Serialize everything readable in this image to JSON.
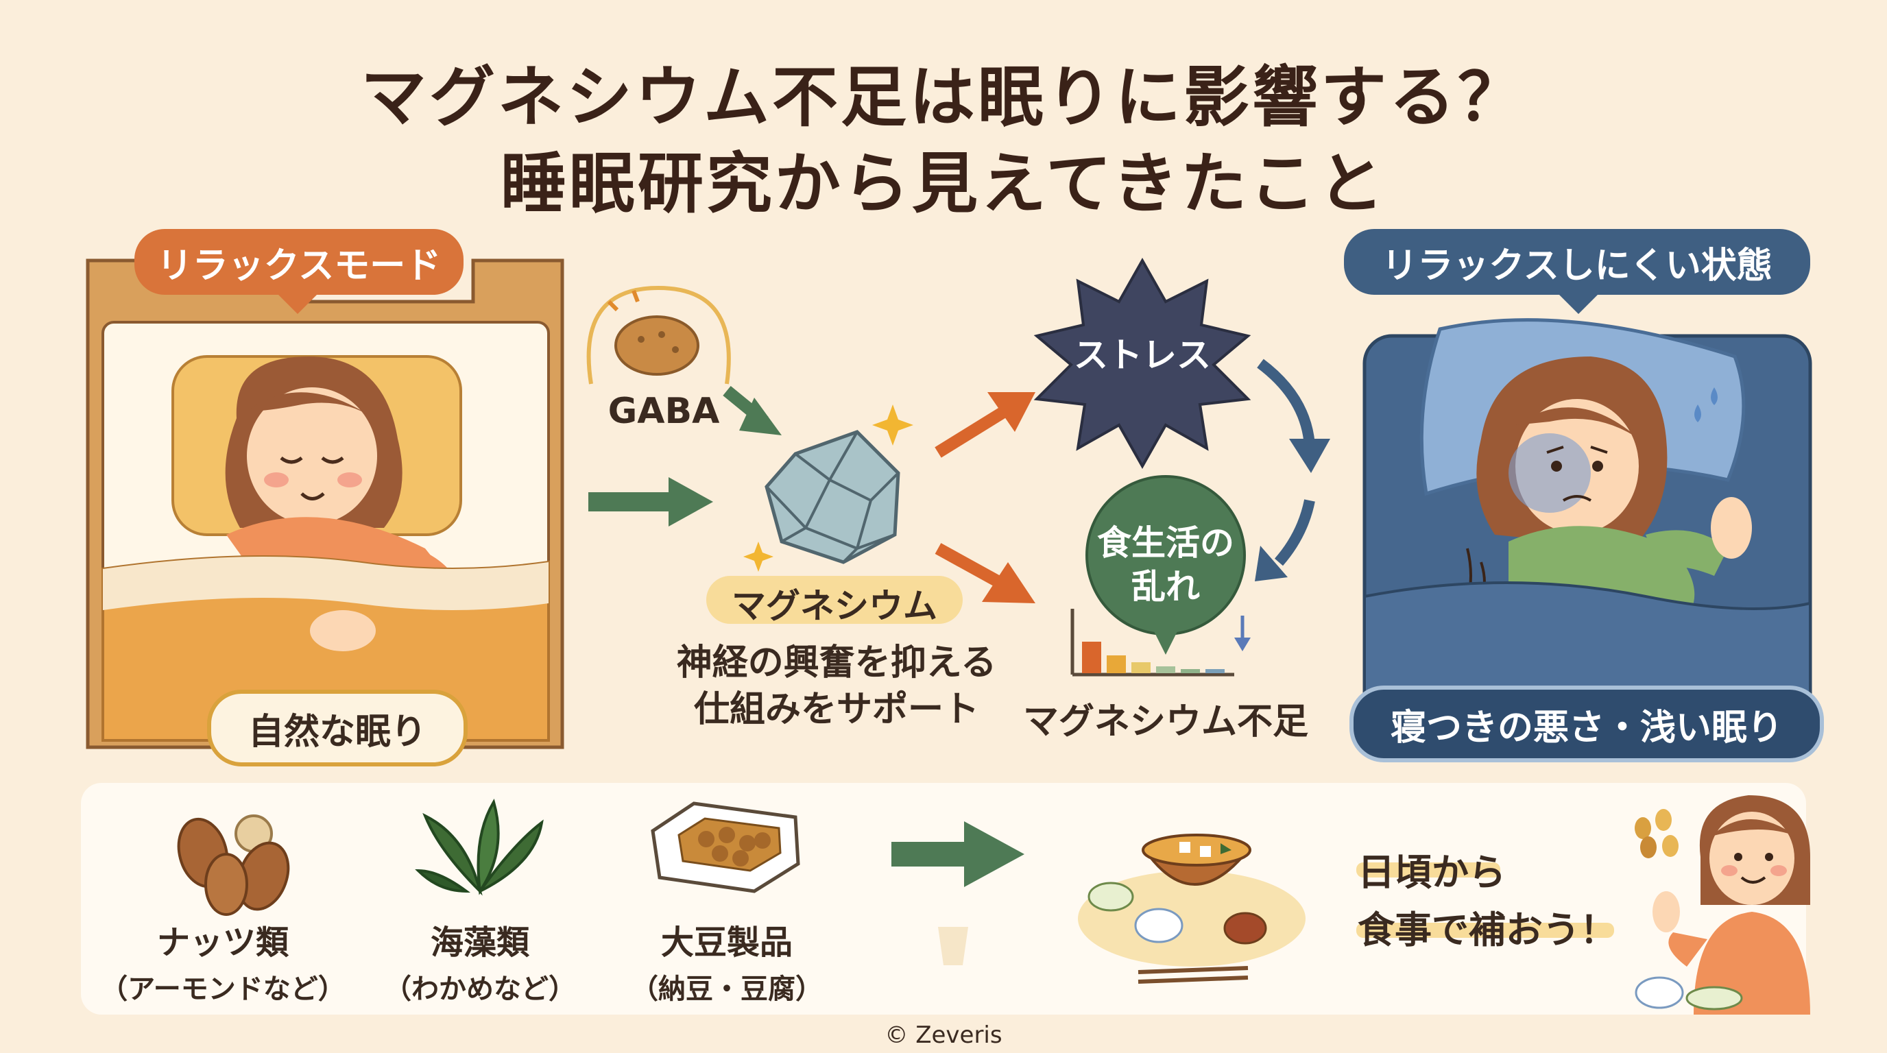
{
  "title": {
    "line1": "マグネシウム不足は眠りに影響する？",
    "line2": "睡眠研究から見えてきたこと"
  },
  "left_panel": {
    "badge": "リラックスモード",
    "caption": "自然な眠り"
  },
  "center": {
    "gaba_label": "GABA",
    "magnesium_label": "マグネシウム",
    "description_line1": "神経の興奮を抑える",
    "description_line2": "仕組みをサポート",
    "stress_label": "ストレス",
    "diet_label_line1": "食生活の",
    "diet_label_line2": "乱れ",
    "deficiency_label": "マグネシウム不足"
  },
  "right_panel": {
    "badge": "リラックスしにくい状態",
    "caption": "寝つきの悪さ・浅い眠り"
  },
  "foods": [
    {
      "name": "ナッツ類",
      "sub": "（アーモンドなど）",
      "icon": "almond-icon"
    },
    {
      "name": "海藻類",
      "sub": "（わかめなど）",
      "icon": "seaweed-icon"
    },
    {
      "name": "大豆製品",
      "sub": "（納豆・豆腐）",
      "icon": "natto-icon"
    }
  ],
  "advice": {
    "line1": "日頃から",
    "line2": "食事で補おう！"
  },
  "copyright": "© Zeveris",
  "colors": {
    "background": "#fbeedb",
    "orange_badge": "#d9743a",
    "blue_badge": "#3f5f82",
    "green_arrow": "#4e7a55",
    "orange_arrow": "#d9662c",
    "stress_star": "#3f4560"
  }
}
